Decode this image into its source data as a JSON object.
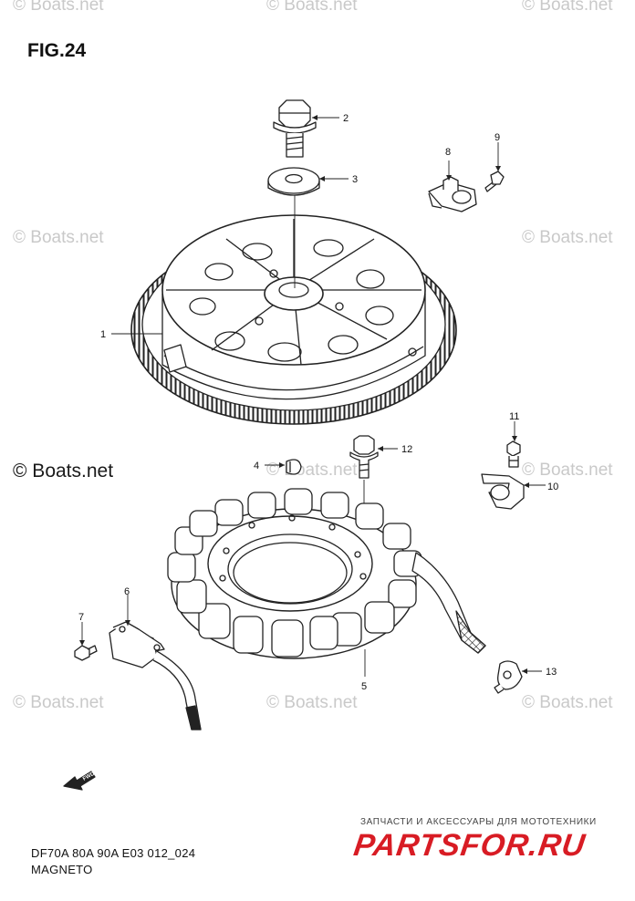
{
  "figure": {
    "title": "FIG.24",
    "model_code": "DF70A 80A 90A E03 012_024",
    "section": "MAGNETO"
  },
  "watermark": {
    "text": "© Boats.net",
    "strong_text": "© Boats.net"
  },
  "callouts": [
    "1",
    "2",
    "3",
    "4",
    "5",
    "6",
    "7",
    "8",
    "9",
    "10",
    "11",
    "12",
    "13"
  ],
  "direction_arrow": {
    "label": "FWD"
  },
  "brand": {
    "tagline": "ЗАПЧАСТИ И АКСЕССУАРЫ ДЛЯ МОТОТЕХНИКИ",
    "logo": "PARTSFOR.RU",
    "logo_color": "#d81c24"
  }
}
